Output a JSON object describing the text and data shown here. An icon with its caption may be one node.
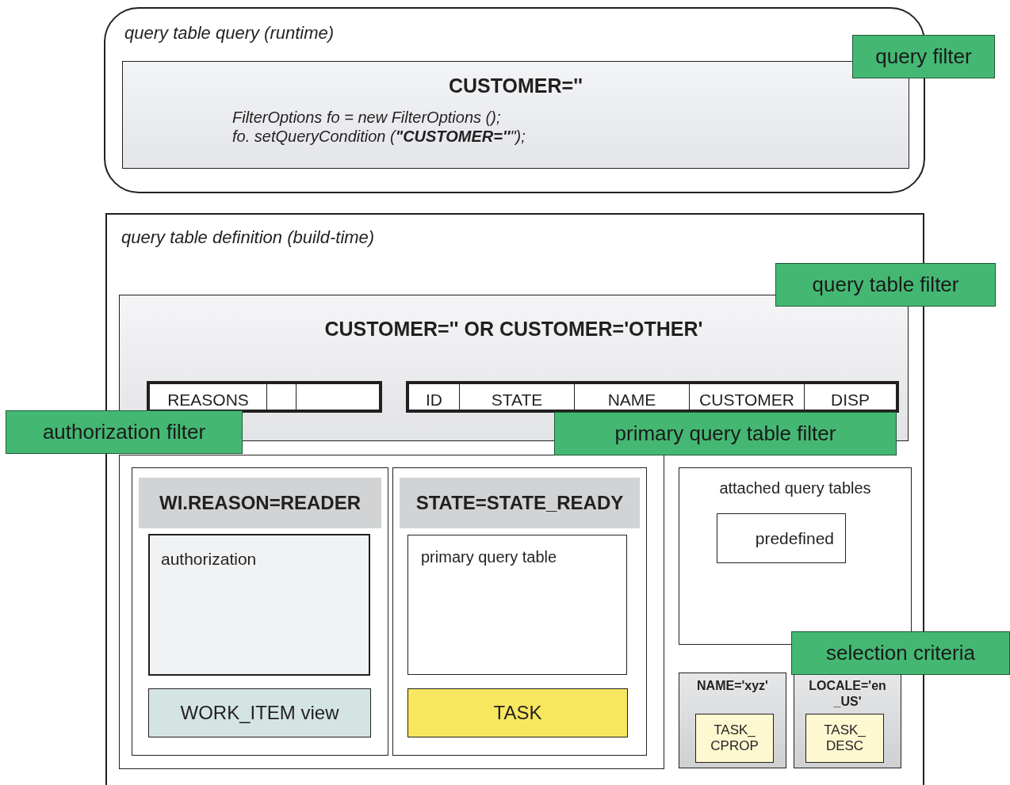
{
  "diagram": {
    "nodes": [
      {
        "text": [
          "query table query (runtime)"
        ]
      },
      {
        "text": [
          "CUSTOMER=''",
          "FilterOptions fo = new FilterOptions ();",
          "fo. setQueryCondition (**\"CUSTOMER=''**\");"
        ],
        "in": 0
      },
      {
        "text": [
          "query filter"
        ]
      },
      {
        "text": [
          "query table definition (build-time)"
        ]
      },
      {
        "text": [
          "CUSTOMER='' OR CUSTOMER='OTHER'"
        ],
        "in": 3
      },
      {
        "text": [
          "query table filter"
        ]
      },
      {
        "text": [
          "REASONS"
        ],
        "in": 4
      },
      {
        "text": [
          "ID",
          "STATE",
          "NAME",
          "CUSTOMER",
          "DISP"
        ],
        "in": 4
      },
      {
        "text": [
          "authorization filter"
        ]
      },
      {
        "text": [
          "primary query table filter"
        ],
        "in": 3
      },
      {
        "text": [],
        "shape": "box",
        "in": 3
      },
      {
        "text": [
          "WI.REASON=READER"
        ],
        "in": 10
      },
      {
        "text": [
          "authorization"
        ],
        "in": 11
      },
      {
        "text": [
          "WORK_ITEM view"
        ],
        "in": 11
      },
      {
        "text": [
          "STATE=STATE_READY"
        ],
        "in": 10
      },
      {
        "text": [
          "primary query table"
        ],
        "in": 14
      },
      {
        "text": [
          "TASK"
        ],
        "in": 14
      },
      {
        "text": [
          "attached query tables"
        ],
        "in": 3
      },
      {
        "text": [
          "predefined"
        ],
        "in": 17
      },
      {
        "text": [
          "selection criteria"
        ]
      },
      {
        "text": [
          "NAME='xyz'"
        ],
        "in": 3
      },
      {
        "text": [
          "TASK_ CPROP"
        ],
        "in": 20
      },
      {
        "text": [
          "LOCALE='en _US'"
        ],
        "in": 3
      },
      {
        "text": [
          "TASK_ DESC"
        ],
        "in": 22
      }
    ]
  }
}
